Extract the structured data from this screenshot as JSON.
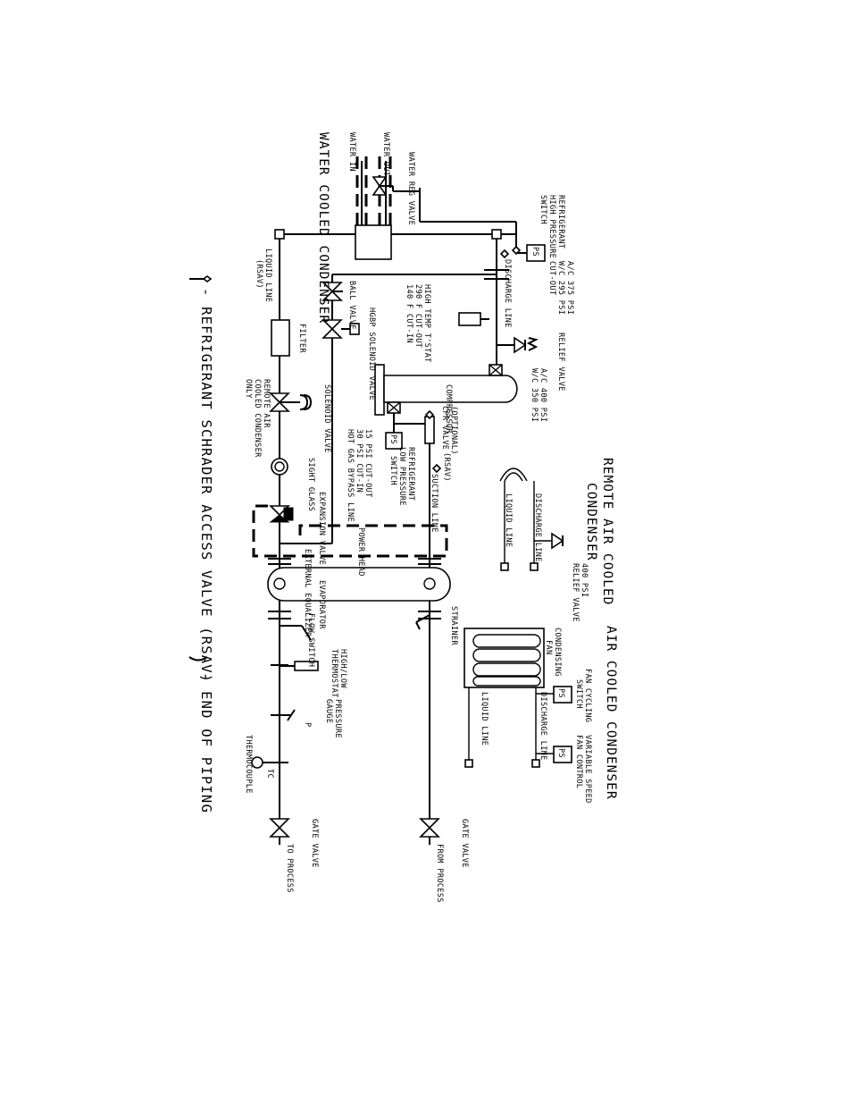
{
  "labels": {
    "water_out": "WATER OUT",
    "water_in": "WATER IN",
    "water_cooled_condenser": "WATER COOLED CONDENSER",
    "water_reg_valve": "WATER REG VALVE",
    "hp_switch_1": "REFRIGERANT",
    "hp_switch_2": "HIGH PRESSURE",
    "hp_switch_3": "SWITCH",
    "hp_setting_1": "A/C 375 PSI",
    "hp_setting_2": "W/C 295 PSI",
    "hp_setting_3": "CUT-OUT",
    "liquid_line_left": "LIQUID LINE",
    "rsav": "(RSAV)",
    "discharge_line": "DISCHARGE LINE",
    "relief_valve": "RELIEF VALVE",
    "relief_setting_1": "A/C 400 PSI",
    "relief_setting_2": "W/C 350 PSI",
    "ball_valve": "BALL VALVE",
    "hgbp_solenoid": "HGBP SOLENOID VALVE",
    "ht_tstat_1": "HIGH TEMP T'STAT",
    "ht_tstat_2": "290 F CUT-OUT",
    "ht_tstat_3": "140 F CUT-IN",
    "filter": "FILTER",
    "compressor": "COMPRESSOR",
    "remote_air_note_1": "REMOTE AIR",
    "remote_air_note_2": "COOLED CONDENSER",
    "remote_air_note_3": "ONLY",
    "solenoid_valve": "SOLENOID VALVE",
    "optional_cpr_1": "(OPTIONAL)",
    "optional_cpr_2": "CPR VALVE",
    "rsav_2": "(RSAV)",
    "lp_switch_1": "REFRIGERANT",
    "lp_switch_2": "LOW PRESSURE",
    "lp_switch_3": "SWITCH",
    "lp_setting_1": "15 PSI CUT-OUT",
    "lp_setting_2": "30 PSI CUT-IN",
    "sight_glass": "SIGHT GLASS",
    "hot_gas_bypass": "HOT GAS BYPASS LINE",
    "suction_line": "SUCTION LINE",
    "expansion_valve": "EXPANSION VALVE",
    "power_head": "POWER HEAD",
    "external_equalizer": "EXTERNAL EQUALIZER",
    "evaporator": "EVAPORATOR",
    "strainer": "STRAINER",
    "flow_switch": "FLOW SWITCH",
    "high_low_tstat_1": "HIGH/LOW",
    "high_low_tstat_2": "THERMOSTAT",
    "pressure_gauge_1": "PRESSURE",
    "pressure_gauge_2": "GAUGE",
    "gauge_p": "P",
    "thermocouple": "THERMOCOUPLE",
    "tc": "TC",
    "gate_valve_1": "GATE VALVE",
    "gate_valve_2": "GATE VALVE",
    "to_process": "TO PROCESS",
    "from_process": "FROM PROCESS",
    "remote_air_title_1": "REMOTE AIR COOLED",
    "remote_air_title_2": "CONDENSER",
    "remote_relief_1": "400 PSI",
    "remote_relief_2": "RELIEF VALVE",
    "remote_discharge": "DISCHARGE LINE",
    "remote_liquid": "LIQUID LINE",
    "air_cooled_title": "AIR COOLED CONDENSER",
    "fan_cycling_1": "FAN CYCLING",
    "fan_cycling_2": "SWITCH",
    "variable_speed_1": "VARIABLE SPEED",
    "variable_speed_2": "FAN CONTROL",
    "condensing_fan_1": "CONDENSING",
    "condensing_fan_2": "FAN",
    "acc_discharge": "DISCHARGE LINE",
    "acc_liquid": "LIQUID LINE",
    "ps": "PS",
    "legend_rsav": "- REFRIGERANT SCHRADER ACCESS VALVE (RSAV)",
    "legend_end": "- END OF PIPING"
  }
}
